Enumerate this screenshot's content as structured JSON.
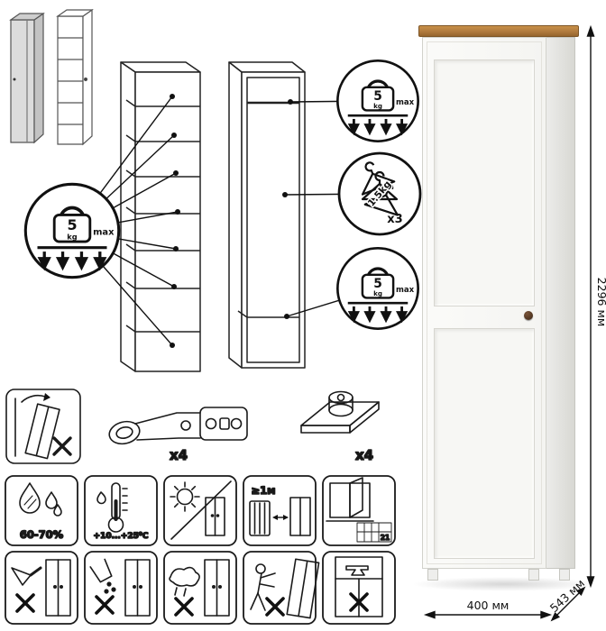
{
  "product": {
    "kind": "single-door-wardrobe-instruction-sheet"
  },
  "colors": {
    "wood_top": "#b07a3e",
    "body_white": "#f7f7f4",
    "knob": "#3a2515",
    "line_art": "#1a1a1a"
  },
  "load_badges": {
    "shelf": {
      "value": "5",
      "unit": "kg",
      "max": "max"
    },
    "top": {
      "value": "5",
      "unit": "kg",
      "max": "max"
    },
    "bottom": {
      "value": "5",
      "unit": "kg",
      "max": "max"
    },
    "hanger": {
      "weight": "1.5kg",
      "count": "x3"
    }
  },
  "hardware": {
    "hinge": {
      "icon": "hinge-icon",
      "count": "x4"
    },
    "foot": {
      "icon": "adjustable-foot-icon",
      "count": "x4"
    }
  },
  "care": {
    "humidity": "60-70%",
    "temperature": "+10...+25⁰C",
    "clearance": "≥1м",
    "ventilation_day": "21"
  },
  "dimensions": {
    "height": "2296 мм",
    "width": "400 мм",
    "depth": "543 мм"
  },
  "icons": {
    "row1": [
      "anti-tip-warning-icon",
      "hinge-icon",
      "adjustable-foot-icon"
    ],
    "care_row": [
      "humidity-icon",
      "temperature-icon",
      "keep-from-sunlight-icon",
      "heater-clearance-icon",
      "ventilation-icon"
    ],
    "warning_row": [
      "no-sharp-tools-icon",
      "no-liquids-icon",
      "no-wet-cleaning-icon",
      "no-moving-loaded-icon",
      "no-heavy-load-icon"
    ]
  }
}
